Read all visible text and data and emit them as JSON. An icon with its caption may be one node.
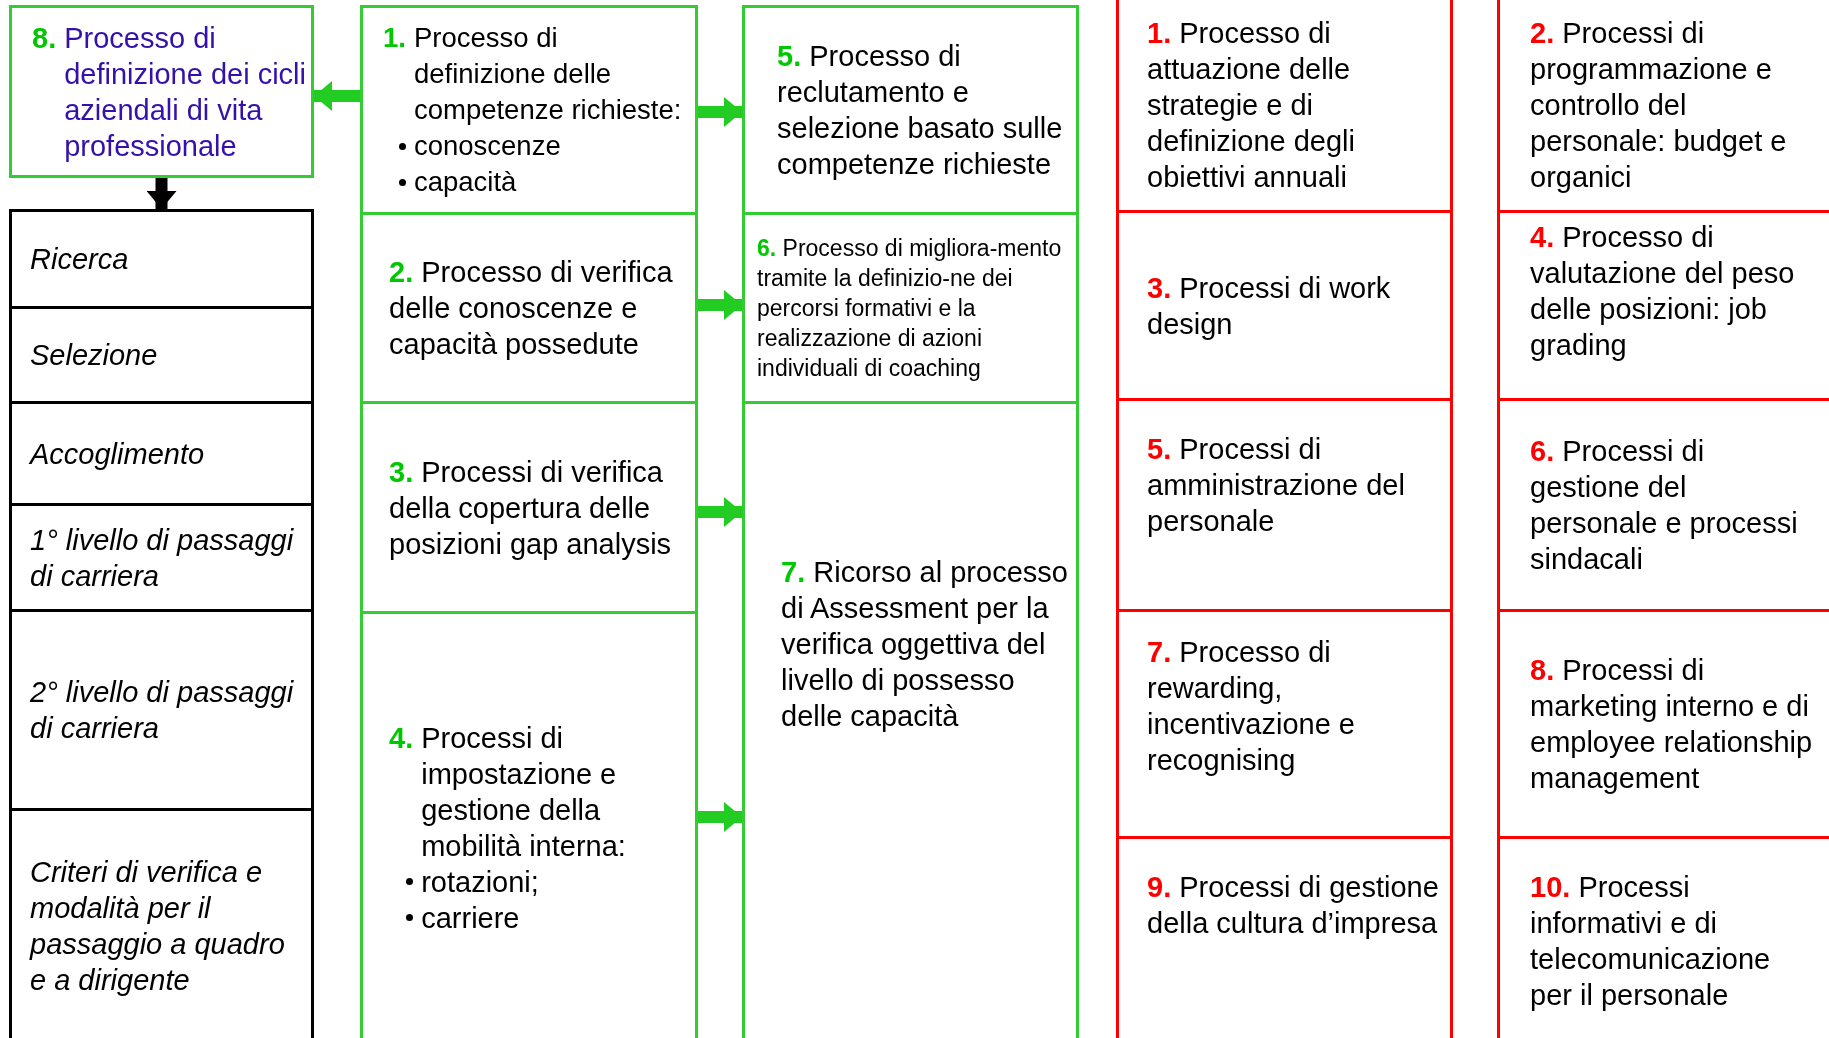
{
  "diagram": {
    "nodes": [
      {
        "text": [
          "8.",
          "Processo di definizione dei cicli aziendali di vita professionale"
        ]
      },
      {
        "text": [
          "Ricerca"
        ]
      },
      {
        "text": [
          "Selezione"
        ]
      },
      {
        "text": [
          "Accoglimento"
        ]
      },
      {
        "text": [
          "1° livello di passaggi di carriera"
        ]
      },
      {
        "text": [
          "2° livello di passaggi di carriera"
        ]
      },
      {
        "text": [
          "Criteri di verifica e modalità per il passaggio a quadro e a dirigente"
        ]
      },
      {
        "text": [
          "1.",
          "Processo di definizione delle competenze richieste:",
          "conoscenze",
          "capacità"
        ]
      },
      {
        "text": [
          "2.",
          "Processo di verifica delle conoscenze e capacità possedute"
        ]
      },
      {
        "text": [
          "3.",
          "Processi di verifica della copertura delle posizioni gap analysis"
        ]
      },
      {
        "text": [
          "4.",
          "Processi di impostazione e gestione della mobilità interna:",
          "rotazioni;",
          "carriere"
        ]
      },
      {
        "text": [
          "5.",
          "Processo di reclutamento e selezione basato sulle competenze richieste"
        ]
      },
      {
        "text": [
          "6.",
          "Processo di migliora-mento tramite la definizio-ne dei percorsi formativi e la realizzazione di azioni individuali di coaching"
        ]
      },
      {
        "text": [
          "7.",
          "Ricorso al processo di Assessment per la verifica oggettiva del livello di possesso delle capacità"
        ]
      },
      {
        "text": [
          "1.",
          "Processo di attuazione delle strategie e di definizione degli obiettivi annuali"
        ]
      },
      {
        "text": [
          "3.",
          "Processi di work design"
        ]
      },
      {
        "text": [
          "5.",
          "Processi di amministrazione del personale"
        ]
      },
      {
        "text": [
          "7.",
          "Processo di rewarding, incentivazione e recognising"
        ]
      },
      {
        "text": [
          "9.",
          "Processi di gestione della cultura d’impresa"
        ]
      },
      {
        "text": [
          "2.",
          "Processi di programmazione e controllo del personale: budget e organici"
        ]
      },
      {
        "text": [
          "4.",
          "Processo di valutazione del peso delle posizioni: job grading"
        ]
      },
      {
        "text": [
          "6.",
          "Processi di gestione del personale e processi sindacali"
        ]
      },
      {
        "text": [
          "8.",
          "Processi di marketing interno e di employee relationship management"
        ]
      },
      {
        "text": [
          "10.",
          "Processi informativi e di telecomunicazione per il personale"
        ]
      }
    ],
    "edges": [
      {
        "from": 7,
        "to": 0,
        "arrow": "to"
      },
      {
        "from": 0,
        "to": 1,
        "arrow": "to",
        "color": "#000000"
      },
      {
        "from": 7,
        "to": 11,
        "arrow": "to"
      },
      {
        "from": 8,
        "to": 12,
        "arrow": "to"
      },
      {
        "from": 9,
        "to": 13,
        "arrow": "to"
      },
      {
        "from": 10,
        "to": 13,
        "arrow": "to"
      }
    ]
  }
}
